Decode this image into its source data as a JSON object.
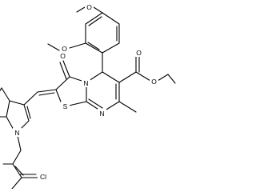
{
  "atom_labels": {
    "o_methoxy_top": "O",
    "me_top": "",
    "o_methoxy_ortho": "O",
    "o_ketone": "O",
    "n_ring": "N",
    "o_ester_carbonyl": "O",
    "o_ester_alkoxy": "O",
    "s_thiazole": "S",
    "n_pyrimidine": "N",
    "n_indole": "N",
    "cl": "Cl"
  }
}
